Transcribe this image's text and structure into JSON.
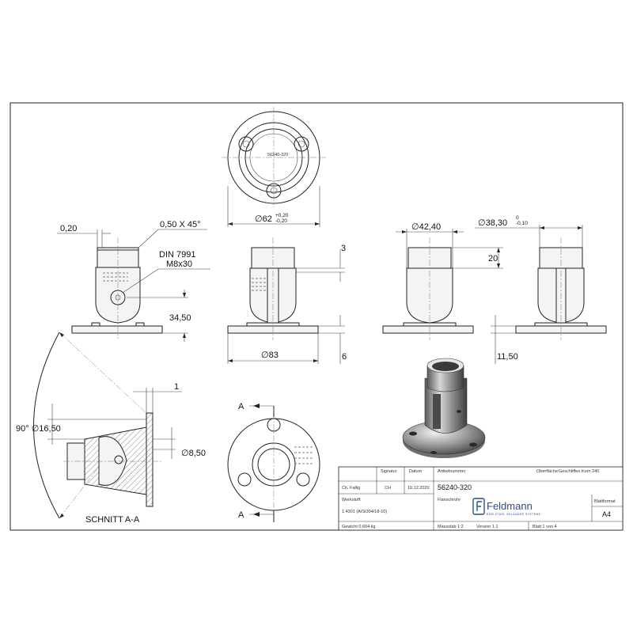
{
  "dimensions": {
    "chamfer_width": "0,20",
    "chamfer": "0,50 X 45°",
    "din_line1": "DIN 7991",
    "din_line2": "M8x30",
    "height": "34,50",
    "top_dia": "∅62",
    "top_dia_tol_upper": "+0,20",
    "top_dia_tol_lower": "-0,20",
    "step": "3",
    "base_dia": "∅83",
    "base_thickness": "6",
    "outer_dia": "∅42,40",
    "bore_dia": "∅38,30",
    "bore_tol_upper": "0",
    "bore_tol_lower": "-0,10",
    "depth": "20",
    "base_offset": "11,50",
    "section_step": "1",
    "angle_dia": "90° ∅16,50",
    "hole_dia": "∅8,50",
    "section_label": "SCHNITT A-A",
    "section_marker_top": "A",
    "section_marker_bottom": "A"
  },
  "titleblock": {
    "col1": "Ch. Fallig",
    "col2": "CH",
    "col3": "10.12.2020",
    "hdr_signatur": "Signatur",
    "hdr_datum": "Datum",
    "hdr_artikelnummer": "Artikelnummer",
    "hdr_oberflaeche": "Oberfläche:",
    "oberflaeche_value": "Geschliffen Korn 240",
    "article_number": "56240-320",
    "description": "Flanschrohr",
    "werkstoff_label": "Werkstoff:",
    "werkstoff_value": "1.4301 (AISI304/18-10)",
    "gewicht": "Gewicht 0,604 kg",
    "massstab": "Massstab 1:2",
    "version": "Version 1.1",
    "blatt": "Blatt 1 von 4",
    "blattformat_label": "Blattformat",
    "blattformat_value": "A4",
    "logo_name": "Feldmann",
    "logo_tagline": "EDELSTAHL GELÄNDER SYSTEME",
    "part_mark": "56240-320"
  }
}
